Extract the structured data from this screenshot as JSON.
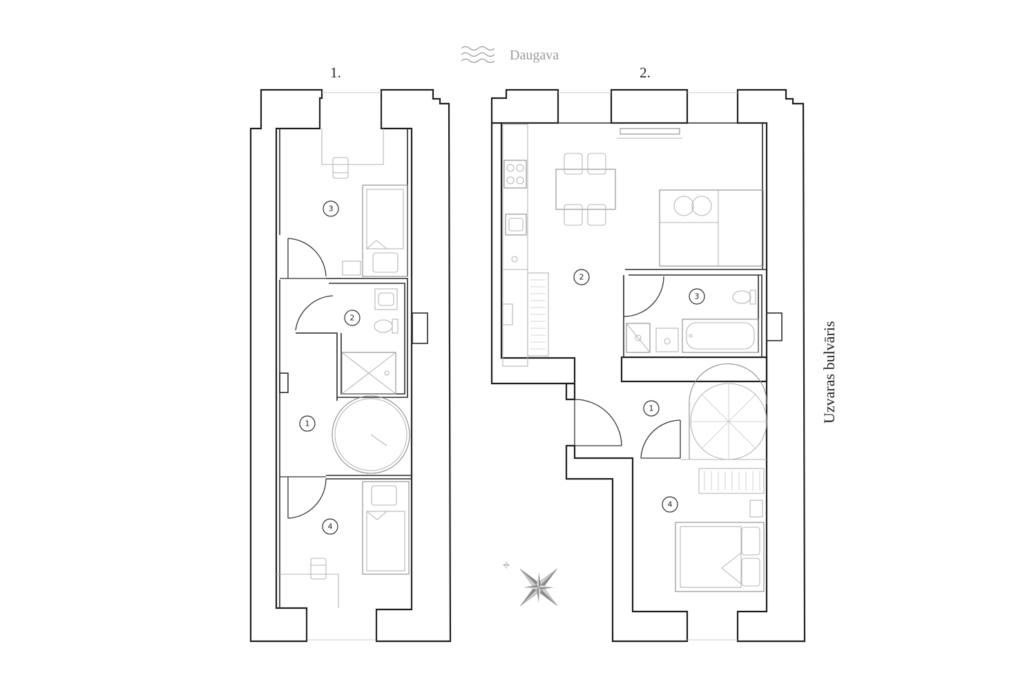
{
  "river": {
    "label": "Daugava",
    "icon": "waves-icon"
  },
  "street": {
    "label": "Uzvaras bulvāris"
  },
  "levels": [
    {
      "label": "1.",
      "rooms": [
        {
          "number": "3"
        },
        {
          "number": "2"
        },
        {
          "number": "1"
        },
        {
          "number": "4"
        }
      ]
    },
    {
      "label": "2.",
      "rooms": [
        {
          "number": "2"
        },
        {
          "number": "3"
        },
        {
          "number": "1"
        },
        {
          "number": "4"
        }
      ]
    }
  ],
  "compass": {
    "north_label": "N",
    "icon": "compass-rose-icon"
  }
}
